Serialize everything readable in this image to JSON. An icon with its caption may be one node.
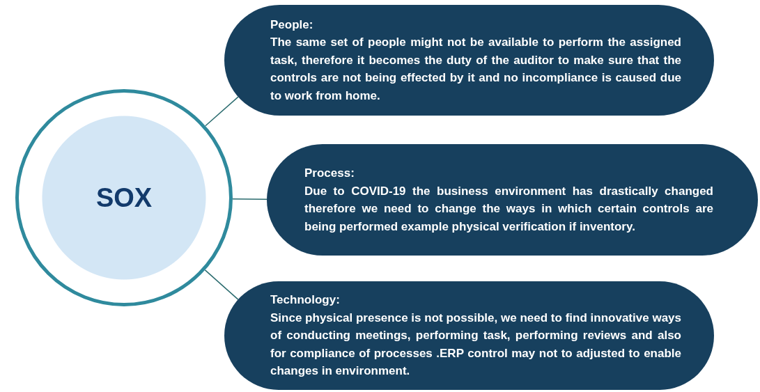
{
  "diagram": {
    "nodes": [
      {
        "text": [
          "SOX"
        ]
      },
      {
        "text": [
          "People:",
          "The same set of people might not be available to perform the assigned task, therefore it becomes the duty of the auditor to make sure that the controls are not being effected by it and no incompliance is caused due to work from home."
        ]
      },
      {
        "text": [
          "Process:",
          "Due to COVID-19 the business environment has drastically changed therefore we need to change the ways in which certain controls are being performed example physical verification if inventory."
        ]
      },
      {
        "text": [
          "Technology:",
          "Since physical presence is not possible, we need to find innovative ways of conducting meetings, performing task, performing reviews and also for compliance of processes .ERP control may not to adjusted to enable changes in environment."
        ]
      }
    ],
    "edges": [
      {
        "from": 0,
        "to": 1,
        "arrow": "none"
      },
      {
        "from": 0,
        "to": 2,
        "arrow": "none"
      },
      {
        "from": 0,
        "to": 3,
        "arrow": "none"
      }
    ]
  }
}
